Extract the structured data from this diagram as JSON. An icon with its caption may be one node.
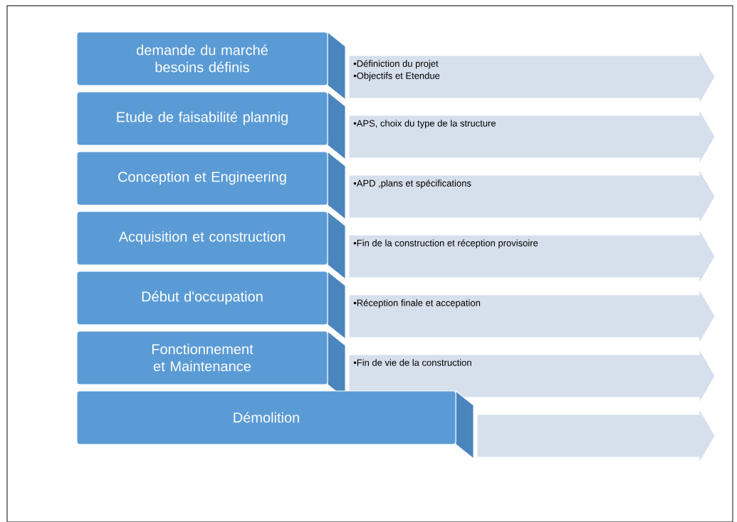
{
  "diagram": {
    "nodes": [
      {
        "text": [
          "demande du marché besoins définis"
        ]
      },
      {
        "text": [
          "Etude de faisabilité plannig"
        ]
      },
      {
        "text": [
          "Conception et Engineering"
        ]
      },
      {
        "text": [
          "Acquisition et construction"
        ]
      },
      {
        "text": [
          "Début d'occupation"
        ]
      },
      {
        "text": [
          "Fonctionnement et Maintenance"
        ]
      },
      {
        "text": [
          "Démolition"
        ]
      },
      {
        "text": [
          "•Définiction du projet",
          "•Objectifs et Etendue"
        ]
      },
      {
        "text": [
          "•APS, choix du type de la structure"
        ]
      },
      {
        "text": [
          "•APD ,plans et spécifications"
        ]
      },
      {
        "text": [
          "•Fin de la construction et réception provisoire"
        ]
      },
      {
        "text": [
          "•Réception finale et accepation"
        ]
      },
      {
        "text": [
          "•Fin de vie de la construction"
        ]
      },
      {
        "text": [],
        "shape": "arrow"
      }
    ]
  }
}
